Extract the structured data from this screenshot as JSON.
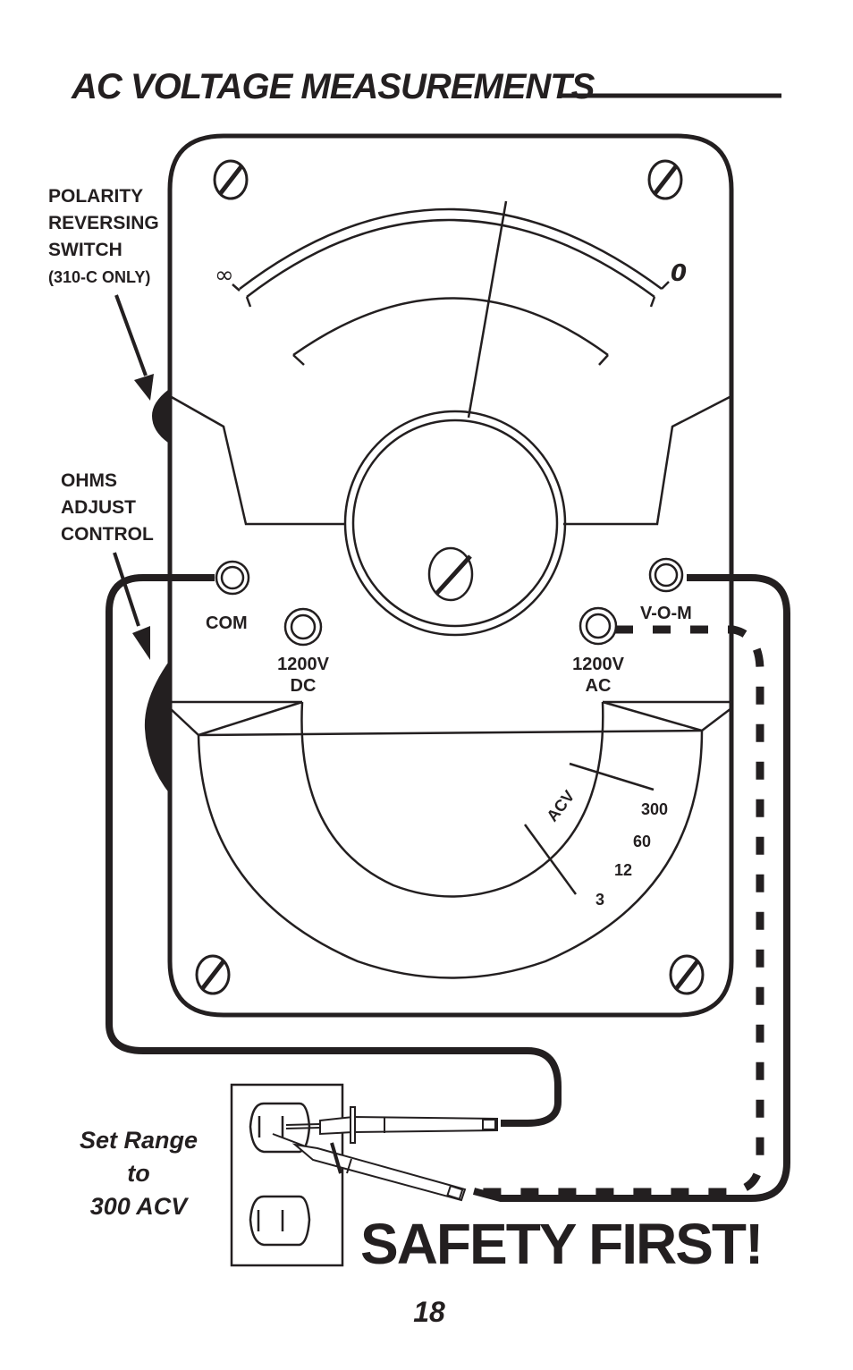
{
  "header": {
    "title": "AC VOLTAGE MEASUREMENTS"
  },
  "callouts": {
    "polarity_switch": [
      "POLARITY",
      "REVERSING",
      "SWITCH"
    ],
    "polarity_switch_note": "(310-C ONLY)",
    "ohms_adjust": [
      "OHMS",
      "ADJUST",
      "CONTROL"
    ]
  },
  "meter": {
    "scale_left_symbol": "∞",
    "scale_right_symbol": "0",
    "jacks": {
      "com": "COM",
      "vom": "V-O-M",
      "dc_1200": [
        "1200V",
        "DC"
      ],
      "ac_1200": [
        "1200V",
        "AC"
      ]
    },
    "range_switch": {
      "function_label": "ACV",
      "ranges": [
        "300",
        "60",
        "12",
        "3"
      ],
      "selected_range": "300"
    }
  },
  "instruction": [
    "Set Range",
    "to",
    "300 ACV"
  ],
  "banner": "SAFETY FIRST!",
  "page_number": "18",
  "colors": {
    "ink": "#231f20",
    "paper": "#ffffff"
  }
}
